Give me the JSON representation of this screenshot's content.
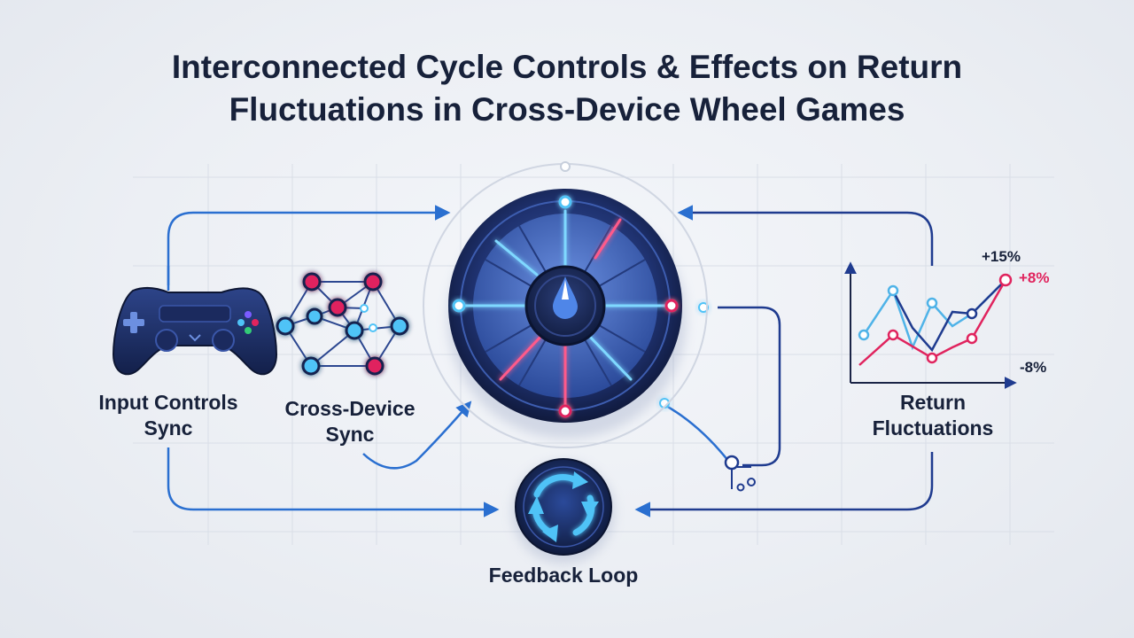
{
  "title": {
    "line1": "Interconnected Cycle Controls & Effects on Return",
    "line2": "Fluctuations in Cross-Device Wheel Games"
  },
  "nodes": {
    "input_controls": {
      "line1": "Input Controls",
      "line2": "Sync"
    },
    "cross_device": {
      "line1": "Cross-Device",
      "line2": "Sync"
    },
    "return_fluctuations": {
      "line1": "Return",
      "line2": "Fluctuations"
    },
    "feedback_loop": {
      "label": "Feedback Loop"
    }
  },
  "returns_chart": {
    "labels": {
      "high": "+15%",
      "mid": "+8%",
      "low": "-8%"
    }
  },
  "colors": {
    "navy": "#17213a",
    "arrow_blue": "#2a6fd0",
    "cyan": "#4fc3f7",
    "magenta": "#e0245e"
  },
  "icons": [
    "gamepad-icon",
    "network-icon",
    "wheel-icon",
    "cycle-icon",
    "trend-chart-icon",
    "connector-icon"
  ]
}
